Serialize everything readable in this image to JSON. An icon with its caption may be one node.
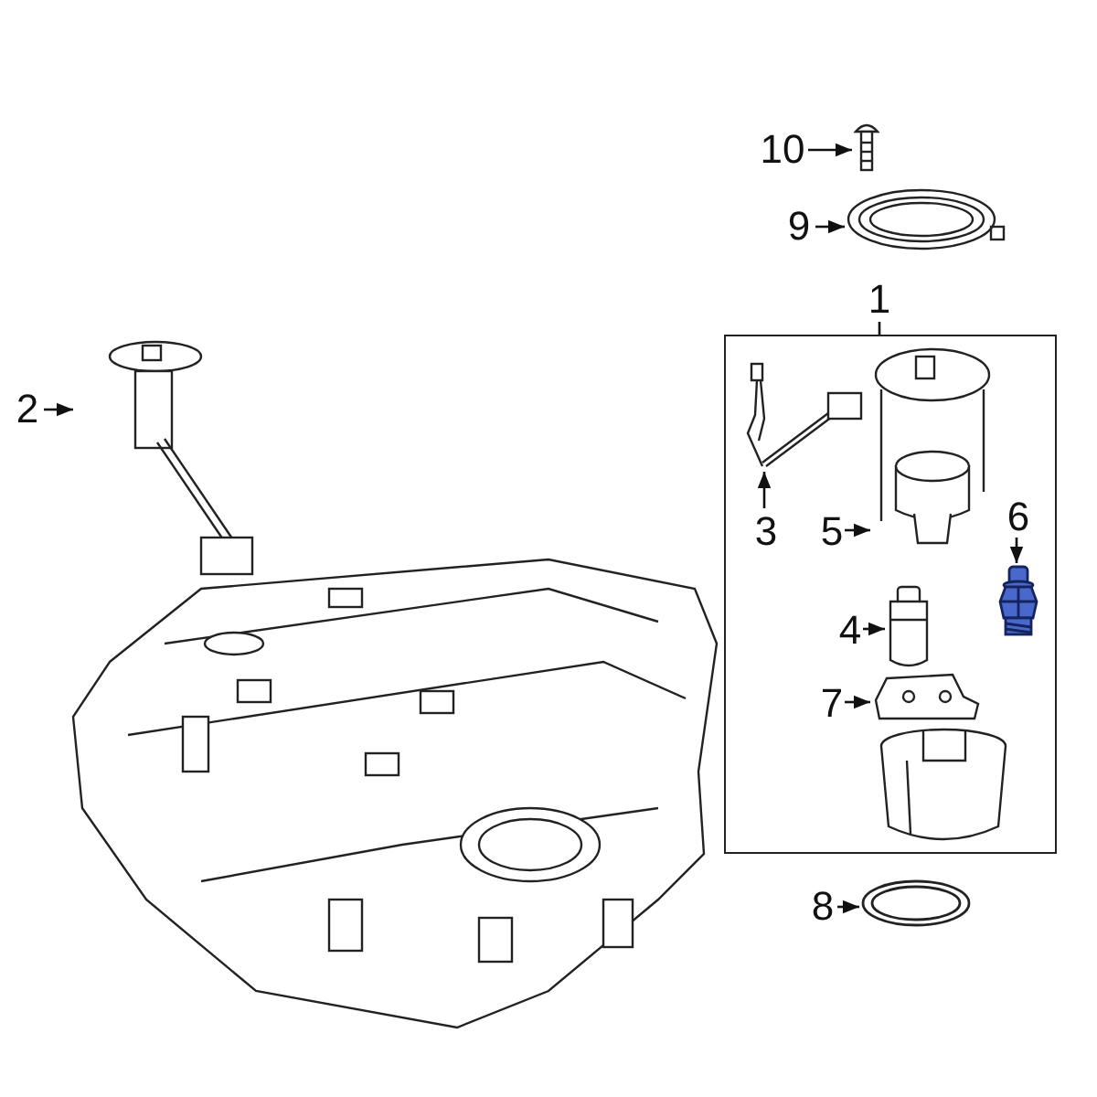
{
  "diagram": {
    "nodes": [
      {
        "text": [
          "10"
        ]
      },
      {
        "text": [],
        "shape": "picture"
      },
      {
        "text": [
          "9"
        ]
      },
      {
        "text": [],
        "shape": "picture"
      },
      {
        "text": [
          "1"
        ]
      },
      {
        "text": [],
        "shape": "box"
      },
      {
        "text": [
          "2"
        ]
      },
      {
        "text": [],
        "shape": "picture"
      },
      {
        "text": [],
        "shape": "picture",
        "in": 5
      },
      {
        "text": [
          "3"
        ],
        "in": 5
      },
      {
        "text": [],
        "shape": "picture",
        "in": 5
      },
      {
        "text": [
          "5"
        ],
        "in": 5
      },
      {
        "text": [
          "6"
        ],
        "in": 5
      },
      {
        "text": [],
        "shape": "picture",
        "in": 5
      },
      {
        "text": [
          "4"
        ],
        "in": 5
      },
      {
        "text": [],
        "shape": "picture",
        "in": 5
      },
      {
        "text": [
          "7"
        ],
        "in": 5
      },
      {
        "text": [],
        "shape": "picture",
        "in": 5
      },
      {
        "text": [
          "8"
        ]
      },
      {
        "text": [],
        "shape": "picture"
      }
    ],
    "edges": [
      {
        "from": 0,
        "to": 1,
        "arrow": "to"
      },
      {
        "from": 2,
        "to": 3,
        "arrow": "to"
      },
      {
        "from": 4,
        "to": 5,
        "arrow": "none"
      },
      {
        "from": 6,
        "to": 7,
        "arrow": "to"
      },
      {
        "from": 9,
        "to": 8,
        "arrow": "to"
      },
      {
        "from": 11,
        "to": 10,
        "arrow": "to"
      },
      {
        "from": 12,
        "to": 13,
        "arrow": "to"
      },
      {
        "from": 14,
        "to": 15,
        "arrow": "to"
      },
      {
        "from": 16,
        "to": 17,
        "arrow": "to"
      },
      {
        "from": 18,
        "to": 19,
        "arrow": "to"
      }
    ]
  }
}
